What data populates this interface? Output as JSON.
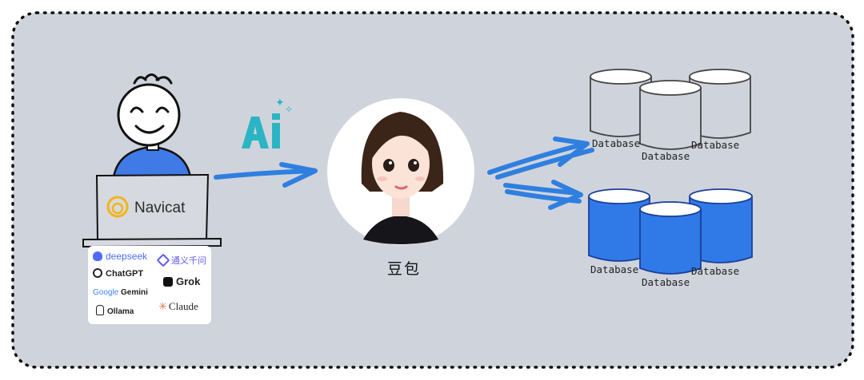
{
  "user": {
    "laptop_brand": "Navicat"
  },
  "ai_badge": {
    "label": "AI",
    "color": "#2bb5c4"
  },
  "assistant": {
    "name": "豆包"
  },
  "ai_providers": {
    "deepseek": "deepseek",
    "tongyi": "通义千问",
    "chatgpt": "ChatGPT",
    "grok": "Grok",
    "gemini_brand": "Google",
    "gemini": "Gemini",
    "ollama": "Ollama",
    "claude": "Claude"
  },
  "databases": {
    "gray_group": [
      "Database",
      "Database",
      "Database"
    ],
    "blue_group": [
      "Database",
      "Database",
      "Database"
    ]
  },
  "colors": {
    "background": "#cfd4dc",
    "arrow": "#2f7fe0",
    "database_blue": "#2f7ae6",
    "shirt": "#3f7ae6",
    "navicat_logo": "#f2b418"
  }
}
